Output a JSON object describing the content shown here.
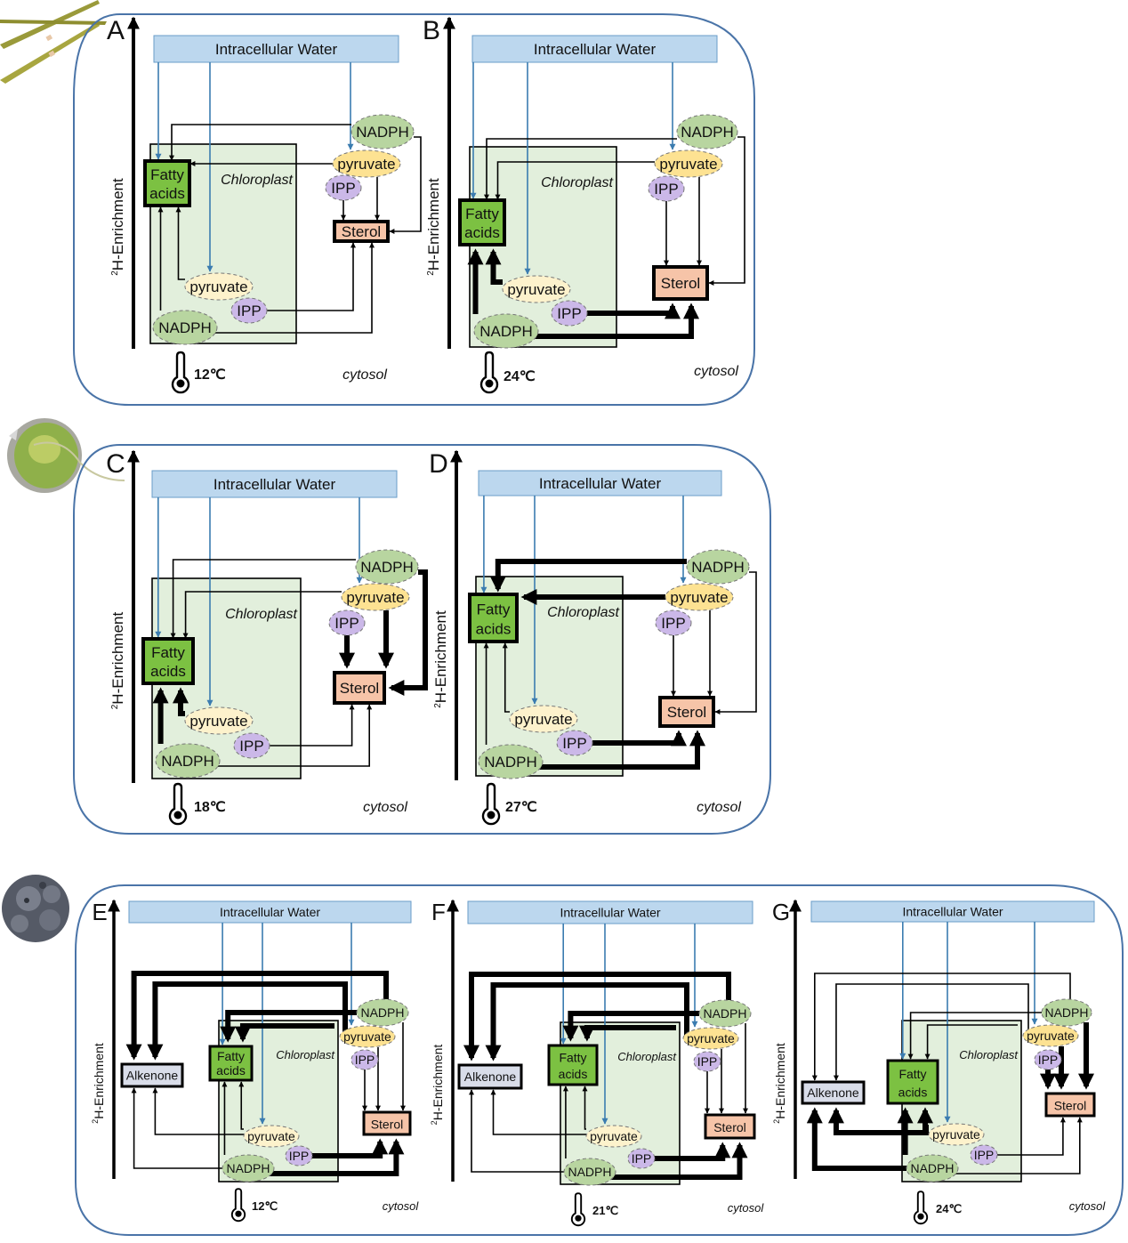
{
  "colors": {
    "cell_border": "#4a74a8",
    "water_fill": "#bcd7ee",
    "water_stroke": "#6a9cc8",
    "water_arrow": "#3b7cb0",
    "chloroplast_fill": "#e2efdc",
    "fatty_fill": "#7cc142",
    "sterol_fill": "#f6c4a8",
    "alkenone_fill": "#d9dde9",
    "nadph_fill": "#b8d5a0",
    "pyruvate_cyto_fill": "#fde292",
    "pyruvate_chl_fill": "#fdf2cc",
    "ipp_fill": "#cbb8e8"
  },
  "common": {
    "water_label": "Intracellular Water",
    "axis_label_sup": "2",
    "axis_label": "H-Enrichment",
    "chloroplast_label": "Chloroplast",
    "cytosol_label": "cytosol",
    "fatty_line1": "Fatty",
    "fatty_line2": "acids",
    "sterol_label": "Sterol",
    "alkenone_label": "Alkenone",
    "nadph_label": "NADPH",
    "pyruvate_label": "pyruvate",
    "ipp_label": "IPP"
  },
  "organisms": [
    {
      "name": "diatom-icon"
    },
    {
      "name": "green-alga-icon"
    },
    {
      "name": "coccolithophore-icon"
    }
  ],
  "panels": [
    {
      "letter": "A",
      "temperature": "12℃",
      "has_alkenone": false
    },
    {
      "letter": "B",
      "temperature": "24℃",
      "has_alkenone": false
    },
    {
      "letter": "C",
      "temperature": "18℃",
      "has_alkenone": false
    },
    {
      "letter": "D",
      "temperature": "27℃",
      "has_alkenone": false
    },
    {
      "letter": "E",
      "temperature": "12℃",
      "has_alkenone": true
    },
    {
      "letter": "F",
      "temperature": "21℃",
      "has_alkenone": true
    },
    {
      "letter": "G",
      "temperature": "24℃",
      "has_alkenone": true
    }
  ],
  "flux_weights": {
    "A": {
      "nadphc_fa": "thin",
      "pyrc_fa": "thin",
      "pyrp_fa": "thin",
      "nadphp_fa": "thin",
      "ipp_st": "thin",
      "pyrc_st": "thin",
      "nadphc_st": "thin",
      "ippp_st": "thin",
      "nadphp_st": "thin"
    },
    "B": {
      "nadphc_fa": "thin",
      "pyrc_fa": "thin",
      "pyrp_fa": "thick",
      "nadphp_fa": "thick",
      "ipp_st": "thin",
      "pyrc_st": "thin",
      "nadphc_st": "thin",
      "ippp_st": "thick",
      "nadphp_st": "thick"
    },
    "C": {
      "nadphc_fa": "thin",
      "pyrc_fa": "thin",
      "pyrp_fa": "thick",
      "nadphp_fa": "thick",
      "ipp_st": "thick",
      "pyrc_st": "thick",
      "nadphc_st": "thick",
      "ippp_st": "thin",
      "nadphp_st": "thin"
    },
    "D": {
      "nadphc_fa": "thick",
      "pyrc_fa": "thick",
      "pyrp_fa": "thin",
      "nadphp_fa": "thin",
      "ipp_st": "thin",
      "pyrc_st": "thin",
      "nadphc_st": "thin",
      "ippp_st": "thick",
      "nadphp_st": "thick"
    },
    "E": {
      "nadphc_fa": "thick",
      "pyrc_fa": "thick",
      "pyrp_fa": "thin",
      "nadphp_fa": "thin",
      "ipp_st": "thin",
      "pyrc_st": "thin",
      "nadphc_st": "thin",
      "ippp_st": "thick",
      "nadphp_st": "thick",
      "nadphc_alk": "thick",
      "pyrc_alk": "thick",
      "pyrp_alk": "thin",
      "nadphp_alk": "thin"
    },
    "F": {
      "nadphc_fa": "thick",
      "pyrc_fa": "thick",
      "pyrp_fa": "thin",
      "nadphp_fa": "thin",
      "ipp_st": "thin",
      "pyrc_st": "thin",
      "nadphc_st": "thin",
      "ippp_st": "thick",
      "nadphp_st": "thick",
      "nadphc_alk": "thick",
      "pyrc_alk": "thick",
      "pyrp_alk": "thin",
      "nadphp_alk": "thin"
    },
    "G": {
      "nadphc_fa": "thin",
      "pyrc_fa": "thin",
      "pyrp_fa": "thick",
      "nadphp_fa": "thick",
      "ipp_st": "thick",
      "pyrc_st": "thick",
      "nadphc_st": "thick",
      "ippp_st": "thin",
      "nadphp_st": "thin",
      "nadphc_alk": "thin",
      "pyrc_alk": "thin",
      "pyrp_alk": "thick",
      "nadphp_alk": "thick"
    }
  }
}
